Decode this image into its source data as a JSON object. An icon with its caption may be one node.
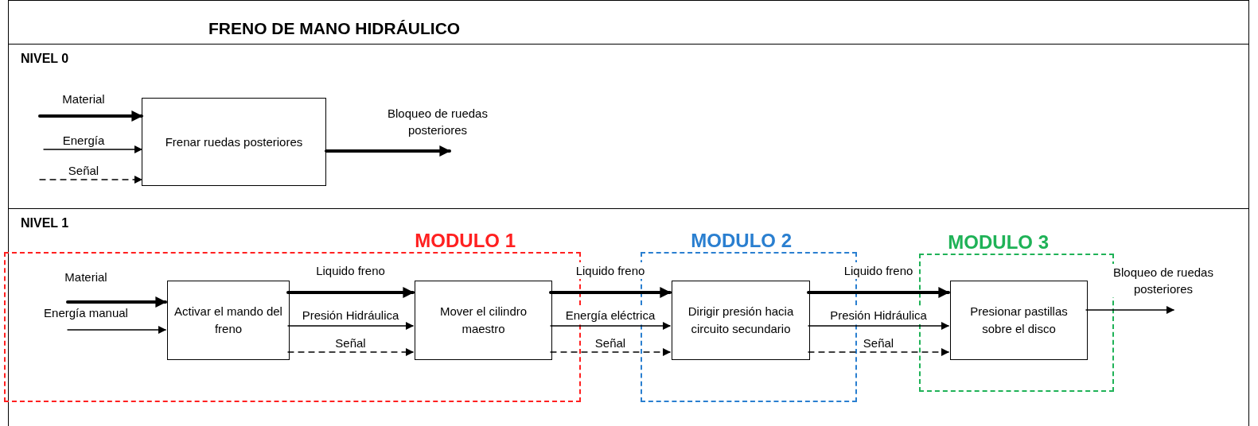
{
  "diagram": {
    "title": "FRENO DE MANO HIDRÁULICO",
    "nodes": [
      {
        "text": [
          "NIVEL 0"
        ]
      },
      {
        "text": [
          "Frenar ruedas posteriores"
        ],
        "in": 0
      },
      {
        "text": [
          "NIVEL 1"
        ]
      },
      {
        "text": [
          "MODULO 1"
        ],
        "in": 2
      },
      {
        "text": [
          "Activar el mando del freno"
        ],
        "in": 3
      },
      {
        "text": [
          "Mover el cilindro maestro"
        ],
        "in": 3
      },
      {
        "text": [
          "MODULO 2"
        ],
        "in": 2
      },
      {
        "text": [
          "Dirigir presión hacia circuito secundario"
        ],
        "in": 6
      },
      {
        "text": [
          "MODULO 3"
        ],
        "in": 2
      },
      {
        "text": [
          "Presionar pastillas sobre el disco"
        ],
        "in": 8
      }
    ],
    "edges": [
      {
        "from": null,
        "to": 1,
        "arrow": "to",
        "label": "Material",
        "style": "thick"
      },
      {
        "from": null,
        "to": 1,
        "arrow": "to",
        "label": "Energía"
      },
      {
        "from": null,
        "to": 1,
        "arrow": "to",
        "label": "Señal",
        "style": "dashed"
      },
      {
        "from": 1,
        "to": null,
        "arrow": "to",
        "label": "Bloqueo de ruedas posteriores",
        "style": "thick"
      },
      {
        "from": null,
        "to": 4,
        "arrow": "to",
        "label": "Material",
        "style": "thick"
      },
      {
        "from": null,
        "to": 4,
        "arrow": "to",
        "label": "Energía manual"
      },
      {
        "from": 4,
        "to": 5,
        "arrow": "to",
        "label": "Liquido freno",
        "style": "thick"
      },
      {
        "from": 4,
        "to": 5,
        "arrow": "to",
        "label": "Presión Hidráulica"
      },
      {
        "from": 4,
        "to": 5,
        "arrow": "to",
        "label": "Señal",
        "style": "dashed"
      },
      {
        "from": 5,
        "to": 7,
        "arrow": "to",
        "label": "Liquido freno",
        "style": "thick"
      },
      {
        "from": 5,
        "to": 7,
        "arrow": "to",
        "label": "Energía eléctrica"
      },
      {
        "from": 5,
        "to": 7,
        "arrow": "to",
        "label": "Señal",
        "style": "dashed"
      },
      {
        "from": 7,
        "to": 9,
        "arrow": "to",
        "label": "Liquido freno",
        "style": "thick"
      },
      {
        "from": 7,
        "to": 9,
        "arrow": "to",
        "label": "Presión Hidráulica"
      },
      {
        "from": 7,
        "to": 9,
        "arrow": "to",
        "label": "Señal",
        "style": "dashed"
      },
      {
        "from": 9,
        "to": null,
        "arrow": "to",
        "label": "Bloqueo de ruedas posteriores"
      }
    ]
  }
}
